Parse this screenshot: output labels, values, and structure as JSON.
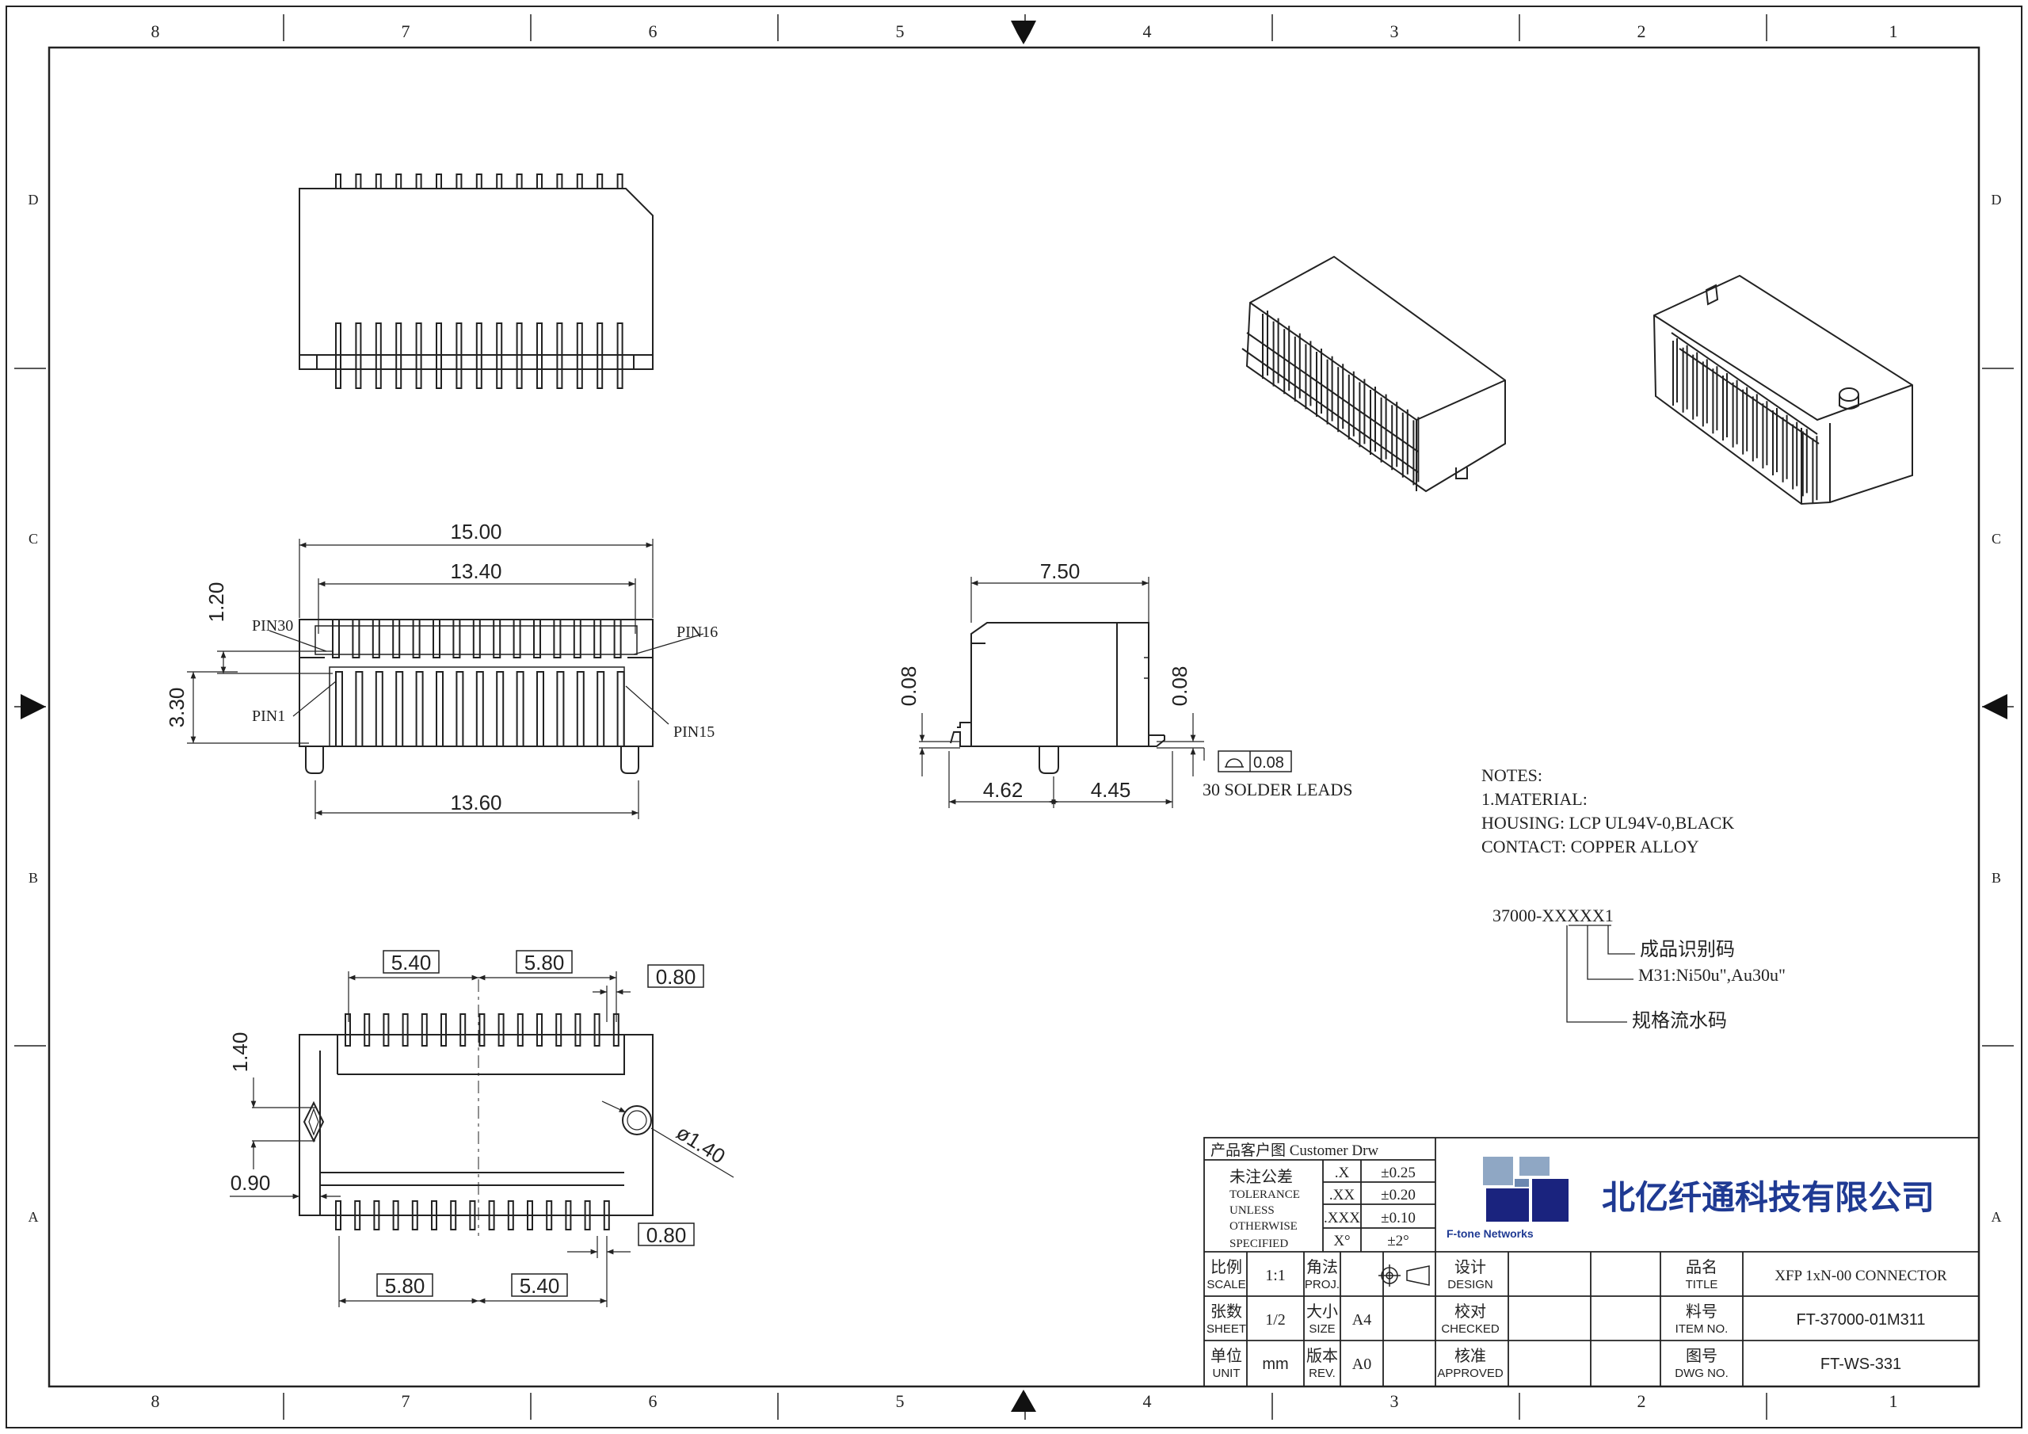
{
  "zones": {
    "columns_top": [
      "8",
      "7",
      "6",
      "5",
      "4",
      "3",
      "2",
      "1"
    ],
    "columns_bottom": [
      "8",
      "7",
      "6",
      "5",
      "4",
      "3",
      "2",
      "1"
    ],
    "rows_left": [
      "D",
      "C",
      "B",
      "A"
    ],
    "rows_right": [
      "D",
      "C",
      "B",
      "A"
    ]
  },
  "front_view": {
    "dims": {
      "width_total": "15.00",
      "pin_span": "13.40",
      "height": "1.20",
      "depth": "3.30",
      "bottom_width": "13.60"
    },
    "pins": {
      "pin30": "PIN30",
      "pin16": "PIN16",
      "pin1": "PIN1",
      "pin15": "PIN15"
    }
  },
  "side_view": {
    "dims": {
      "length": "7.50",
      "left_offset": "0.08",
      "right_offset": "0.08",
      "left_span": "4.62",
      "right_span": "4.45"
    },
    "flatness_value": "0.08",
    "solder_note": "30 SOLDER LEADS"
  },
  "bottom_view": {
    "dims": {
      "top_left": "5.40",
      "top_mid": "5.80",
      "top_pitch": "0.80",
      "bottom_left": "5.80",
      "bottom_mid": "5.40",
      "bottom_pitch": "0.80",
      "left_height": "1.40",
      "left_offset": "0.90",
      "hole_dia": "ø1.40"
    }
  },
  "notes": {
    "title": "NOTES:",
    "lines": [
      "1.MATERIAL:",
      "HOUSING: LCP UL94V-0,BLACK",
      "CONTACT: COPPER ALLOY"
    ]
  },
  "part_code": {
    "code": "37000-XXXXX1",
    "legend_1": "成品识别码",
    "legend_2": "M31:Ni50u\",Au30u\"",
    "legend_3": "规格流水码"
  },
  "title_block": {
    "customer_drw": "产品客户图 Customer Drw",
    "tolerance_cn": "未注公差",
    "tolerance_en": [
      "TOLERANCE",
      "UNLESS",
      "OTHERWISE",
      "SPECIFIED"
    ],
    "tolerance_rows": [
      {
        "key": ".X",
        "val": "±0.25"
      },
      {
        "key": ".XX",
        "val": "±0.20"
      },
      {
        "key": ".XXX",
        "val": "±0.10"
      },
      {
        "key": "X°",
        "val": "±2°"
      }
    ],
    "company_cn": "北亿纤通科技有限公司",
    "company_en": "F-tone Networks",
    "scale_cn": "比例",
    "scale_en": "SCALE",
    "scale_val": "1:1",
    "proj_cn": "角法",
    "proj_en": "PROJ.",
    "sheet_cn": "张数",
    "sheet_en": "SHEET",
    "sheet_val": "1/2",
    "size_cn": "大小",
    "size_en": "SIZE",
    "size_val": "A4",
    "unit_cn": "单位",
    "unit_en": "UNIT",
    "unit_val": "mm",
    "rev_cn": "版本",
    "rev_en": "REV.",
    "rev_val": "A0",
    "design_cn": "设计",
    "design_en": "DESIGN",
    "checked_cn": "校对",
    "checked_en": "CHECKED",
    "approved_cn": "核准",
    "approved_en": "APPROVED",
    "title_cn": "品名",
    "title_en": "TITLE",
    "title_val": "XFP 1xN-00 CONNECTOR",
    "item_cn": "料号",
    "item_en": "ITEM NO.",
    "item_val": "FT-37000-01M311",
    "dwg_cn": "图号",
    "dwg_en": "DWG NO.",
    "dwg_val": "FT-WS-331"
  },
  "colors": {
    "line": "#222222",
    "logo_dark": "#1a237e",
    "logo_light": "#8fa7c4",
    "logo_text": "#1f3a93"
  }
}
